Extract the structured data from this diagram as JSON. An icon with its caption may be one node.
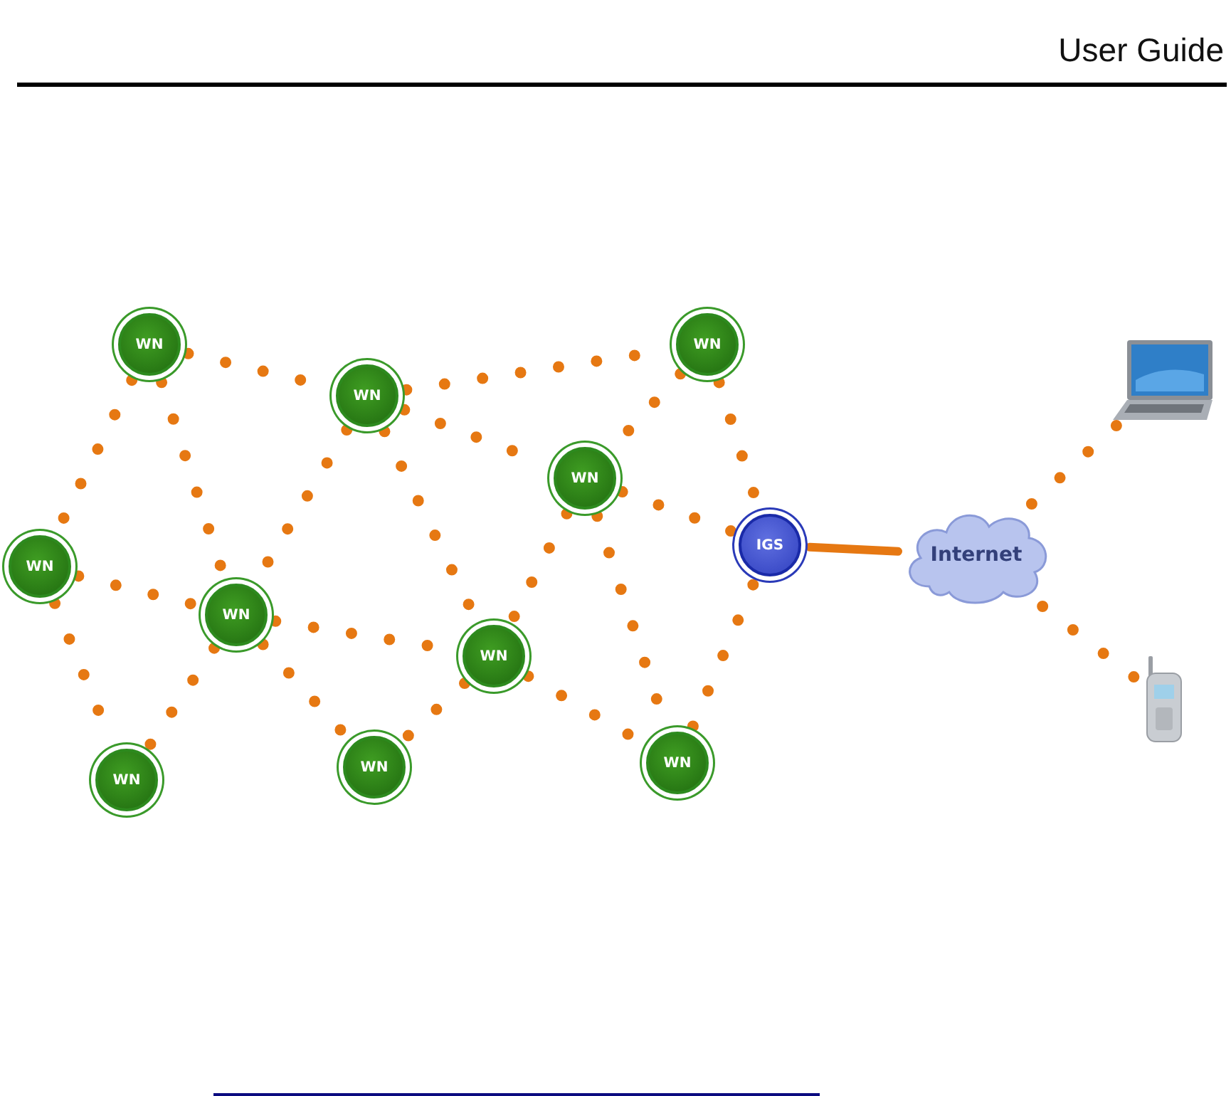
{
  "diagram": {
    "title": "User Guide",
    "nodes": [
      {
        "text": [
          "WN"
        ]
      },
      {
        "text": [
          "WN"
        ]
      },
      {
        "text": [
          "WN"
        ]
      },
      {
        "text": [
          "WN"
        ]
      },
      {
        "text": [
          "WN"
        ]
      },
      {
        "text": [
          "WN"
        ]
      },
      {
        "text": [
          "WN"
        ]
      },
      {
        "text": [
          "WN"
        ]
      },
      {
        "text": [
          "WN"
        ]
      },
      {
        "text": [
          "WN"
        ]
      },
      {
        "text": [
          "IGS"
        ]
      },
      {
        "text": [
          "Internet"
        ]
      },
      {
        "text": [],
        "shape": "picture"
      },
      {
        "text": [],
        "shape": "picture"
      }
    ],
    "edges": [
      {
        "from": 0,
        "to": 1,
        "arrow": "none",
        "style": "dashed"
      },
      {
        "from": 1,
        "to": 2,
        "arrow": "none",
        "style": "dashed"
      },
      {
        "from": 0,
        "to": 4,
        "arrow": "none",
        "style": "dashed"
      },
      {
        "from": 0,
        "to": 5,
        "arrow": "none",
        "style": "dashed"
      },
      {
        "from": 1,
        "to": 5,
        "arrow": "none",
        "style": "dashed"
      },
      {
        "from": 1,
        "to": 6,
        "arrow": "none",
        "style": "dashed"
      },
      {
        "from": 1,
        "to": 3,
        "arrow": "none",
        "style": "dashed"
      },
      {
        "from": 2,
        "to": 3,
        "arrow": "none",
        "style": "dashed"
      },
      {
        "from": 2,
        "to": 10,
        "arrow": "none",
        "style": "dashed"
      },
      {
        "from": 3,
        "to": 10,
        "arrow": "none",
        "style": "dashed"
      },
      {
        "from": 3,
        "to": 6,
        "arrow": "none",
        "style": "dashed"
      },
      {
        "from": 3,
        "to": 9,
        "arrow": "none",
        "style": "dashed"
      },
      {
        "from": 4,
        "to": 5,
        "arrow": "none",
        "style": "dashed"
      },
      {
        "from": 4,
        "to": 7,
        "arrow": "none",
        "style": "dashed"
      },
      {
        "from": 5,
        "to": 7,
        "arrow": "none",
        "style": "dashed"
      },
      {
        "from": 5,
        "to": 6,
        "arrow": "none",
        "style": "dashed"
      },
      {
        "from": 5,
        "to": 8,
        "arrow": "none",
        "style": "dashed"
      },
      {
        "from": 6,
        "to": 8,
        "arrow": "none",
        "style": "dashed"
      },
      {
        "from": 6,
        "to": 9,
        "arrow": "none",
        "style": "dashed"
      },
      {
        "from": 9,
        "to": 10,
        "arrow": "none",
        "style": "dashed"
      },
      {
        "from": 10,
        "to": 11,
        "arrow": "none"
      },
      {
        "from": 11,
        "to": 12,
        "arrow": "none",
        "style": "dashed"
      },
      {
        "from": 11,
        "to": 13,
        "arrow": "none",
        "style": "dashed"
      }
    ]
  }
}
